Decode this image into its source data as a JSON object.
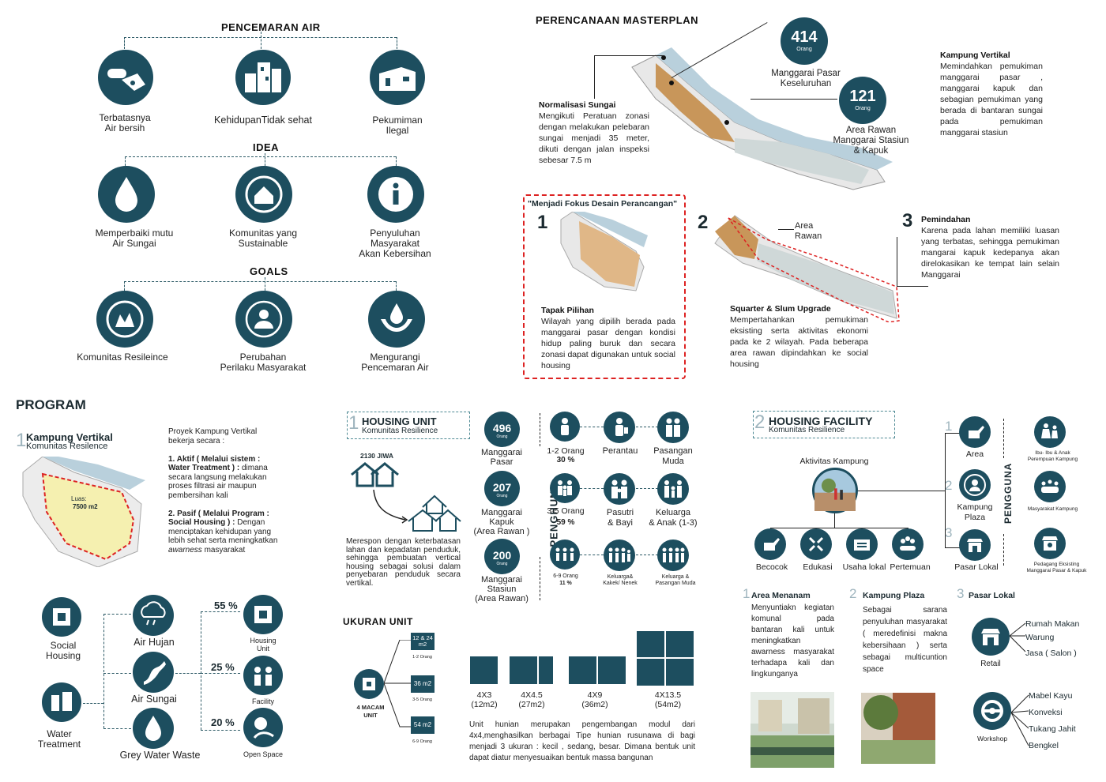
{
  "pencemaran": {
    "title": "PENCEMARAN AIR",
    "items": [
      "Terbatasnya\nAir bersih",
      "KehidupanTidak sehat",
      "Pekumiman\nIlegal"
    ]
  },
  "idea": {
    "title": "IDEA",
    "items": [
      "Memperbaiki mutu\nAir Sungai",
      "Komunitas yang\nSustainable",
      "Penyuluhan\nMasyarakat\nAkan Kebersihan"
    ]
  },
  "goals": {
    "title": "GOALS",
    "items": [
      "Komunitas Resileince",
      "Perubahan\nPerilaku Masyarakat",
      "Mengurangi\nPencemaran Air"
    ]
  },
  "masterplan": {
    "title": "PERENCANAAN MASTERPLAN",
    "stat1": {
      "number": "414",
      "unit": "Orang",
      "label": "Manggarai Pasar\nKeseluruhan"
    },
    "stat2": {
      "number": "121",
      "unit": "Orang",
      "label": "Area Rawan\nManggarai Stasiun\n& Kapuk"
    },
    "normalisasi": {
      "title": "Normalisasi Sungai",
      "text": "Mengikuti Peratuan zonasi dengan melakukan pelebaran sungai menjadi 35 meter, dikuti dengan jalan inspeksi sebesar 7.5 m"
    },
    "kampung_vertikal": {
      "title": "Kampung Vertikal",
      "text": "Memindahkan pemukiman manggarai pasar , manggarai kapuk dan sebagian pemukiman yang berada di bantaran sungai pada pemukiman manggarai stasiun"
    },
    "focus_title": "\"Menjadi Fokus Desain Perancangan\"",
    "step1": {
      "num": "1",
      "title": "Tapak Pilihan",
      "text": "Wilayah yang dipilih berada pada manggarai pasar dengan kondisi hidup paling buruk dan secara zonasi dapat digunakan untuk social housing"
    },
    "step2": {
      "num": "2",
      "title": "Squarter & Slum Upgrade",
      "text": "Mempertahankan pemukiman eksisting serta aktivitas ekonomi pada ke 2 wilayah. Pada beberapa area rawan dipindahkan ke social housing",
      "area_label": "Area\nRawan"
    },
    "step3": {
      "num": "3",
      "title": "Pemindahan",
      "text": "Karena pada lahan memiliki luasan yang terbatas, sehingga pemukiman mangarai kapuk kedepanya akan direlokasikan ke tempat lain selain Manggarai"
    }
  },
  "program": {
    "title": "PROGRAM",
    "kv": {
      "num": "1",
      "title": "Kampung Vertikal",
      "subtitle": "Komunitas Resilence",
      "luas_label": "Luas:",
      "luas_value": "7500 m2"
    },
    "desc_intro": "Proyek Kampung Vertikal bekerja secara :",
    "aktif_title": "1. Aktif ( Melalui sistem : Water Treatment ) :",
    "aktif_text": " dimana secara langsung melakukan proses filtrasi air maupun pembersihan kali",
    "pasif_title": "2. Pasif ( Melalui Program : Social Housing ) :",
    "pasif_text": " Dengan menciptakan kehidupan yang lebih sehat serta meningkatkan ",
    "pasif_em": "awarness",
    "pasif_end": " masyarakat",
    "flow": {
      "social_housing": "Social\nHousing",
      "water_treatment": "Water\nTreatment",
      "air_hujan": "Air Hujan",
      "air_sungai": "Air Sungai",
      "grey_water": "Grey Water Waste",
      "p1": "55 %",
      "p2": "25 %",
      "p3": "20 %",
      "housing_unit": "Housing\nUnit",
      "facility": "Facility",
      "open_space": "Open Space"
    }
  },
  "housing_unit": {
    "num": "1",
    "title": "HOUSING UNIT",
    "subtitle": "Komunitas Resilience",
    "jiwa": "2130 JIWA",
    "text": "Merespon dengan keterbatasan lahan dan kepadatan penduduk, sehingga pembuatan vertical housing sebagai solusi dalam penyebaran penduduk secara vertikal.",
    "stats": [
      {
        "number": "496",
        "unit": "Orang",
        "label": "Manggarai\nPasar"
      },
      {
        "number": "207",
        "unit": "Orang",
        "label": "Manggarai\nKapuk\n(Area Rawan )"
      },
      {
        "number": "200",
        "unit": "Orang",
        "label": "Manggarai\nStasiun\n(Area Rawan)"
      }
    ],
    "penghuni": "PENGHUNI",
    "groups": [
      {
        "label": "1-2  Orang",
        "pct": "30 %"
      },
      {
        "label": "3-5 Orang",
        "pct": "59 %"
      },
      {
        "label": "6-9 Orang",
        "pct": "11 %"
      }
    ],
    "types": [
      "Perantau",
      "Pasangan\nMuda",
      "Pasutri\n& Bayi",
      "Keluarga\n& Anak (1-3)",
      "Keluarga&\nKakek/ Nenek",
      "Keluarga &\nPasangan Muda"
    ]
  },
  "ukuran": {
    "title": "UKURAN  UNIT",
    "macam": "4 MACAM\nUNIT",
    "branches": [
      {
        "size": "12 & 24\nm2",
        "people": "1-2 Orang"
      },
      {
        "size": "36 m2",
        "people": "3-5 Orang"
      },
      {
        "size": "54 m2",
        "people": "6-9 Orang"
      }
    ],
    "units": [
      {
        "dims": "4X3",
        "area": "(12m2)"
      },
      {
        "dims": "4X4.5",
        "area": "(27m2)"
      },
      {
        "dims": "4X9",
        "area": "(36m2)"
      },
      {
        "dims": "4X13.5",
        "area": "(54m2)"
      }
    ],
    "text": "Unit hunian merupakan pengembangan modul dari 4x4,menghasilkan berbagai Tipe hunian rusunawa di bagi menjadi 3 ukuran : kecil , sedang, besar. Dimana bentuk unit dapat diatur menyesuaikan bentuk massa bangunan"
  },
  "facility": {
    "num": "2",
    "title": "HOUSING FACILITY",
    "subtitle": "Komunitas Resilience",
    "aktivitas": "Aktivitas Kampung",
    "activities": [
      "Becocok",
      "Edukasi",
      "Usaha lokal",
      "Pertemuan"
    ],
    "areas": [
      {
        "num": "1",
        "label": "Area"
      },
      {
        "num": "2",
        "label": "Kampung\nPlaza"
      },
      {
        "num": "3",
        "label": "Pasar Lokal"
      }
    ],
    "pengguna": "PENGGUNA",
    "users": [
      "Ibu- Ibu & Anak\nPerempuan Kampung",
      "Masyarakat Kampung",
      "Pedagang Eksisting\nManggarai Pasar & Kapuk"
    ],
    "sec1": {
      "num": "1",
      "title": "Area Menanam",
      "text": "Menyuntiakn kegiatan komunal pada bantaran kali untuk meningkatkan awarness masyarakat terhadapa kali dan lingkunganya"
    },
    "sec2": {
      "num": "2",
      "title": "Kampung Plaza",
      "text": "Sebagai sarana penyuluhan masyarakat ( meredefinisi makna kebersihaan ) serta sebagai multicuntion space"
    },
    "sec3": {
      "num": "3",
      "title": "Pasar Lokal"
    },
    "retail": "Retail",
    "retail_items": [
      "Rumah Makan",
      "Warung",
      "Jasa ( Salon )"
    ],
    "workshop": "Workshop",
    "workshop_items": [
      "Mabel Kayu",
      "Konveksi",
      "Tukang Jahit",
      "Bengkel"
    ]
  },
  "colors": {
    "primary": "#1d4e5f",
    "accent": "#d22",
    "orange": "#c8965a",
    "yellow": "#f5f0b0"
  }
}
